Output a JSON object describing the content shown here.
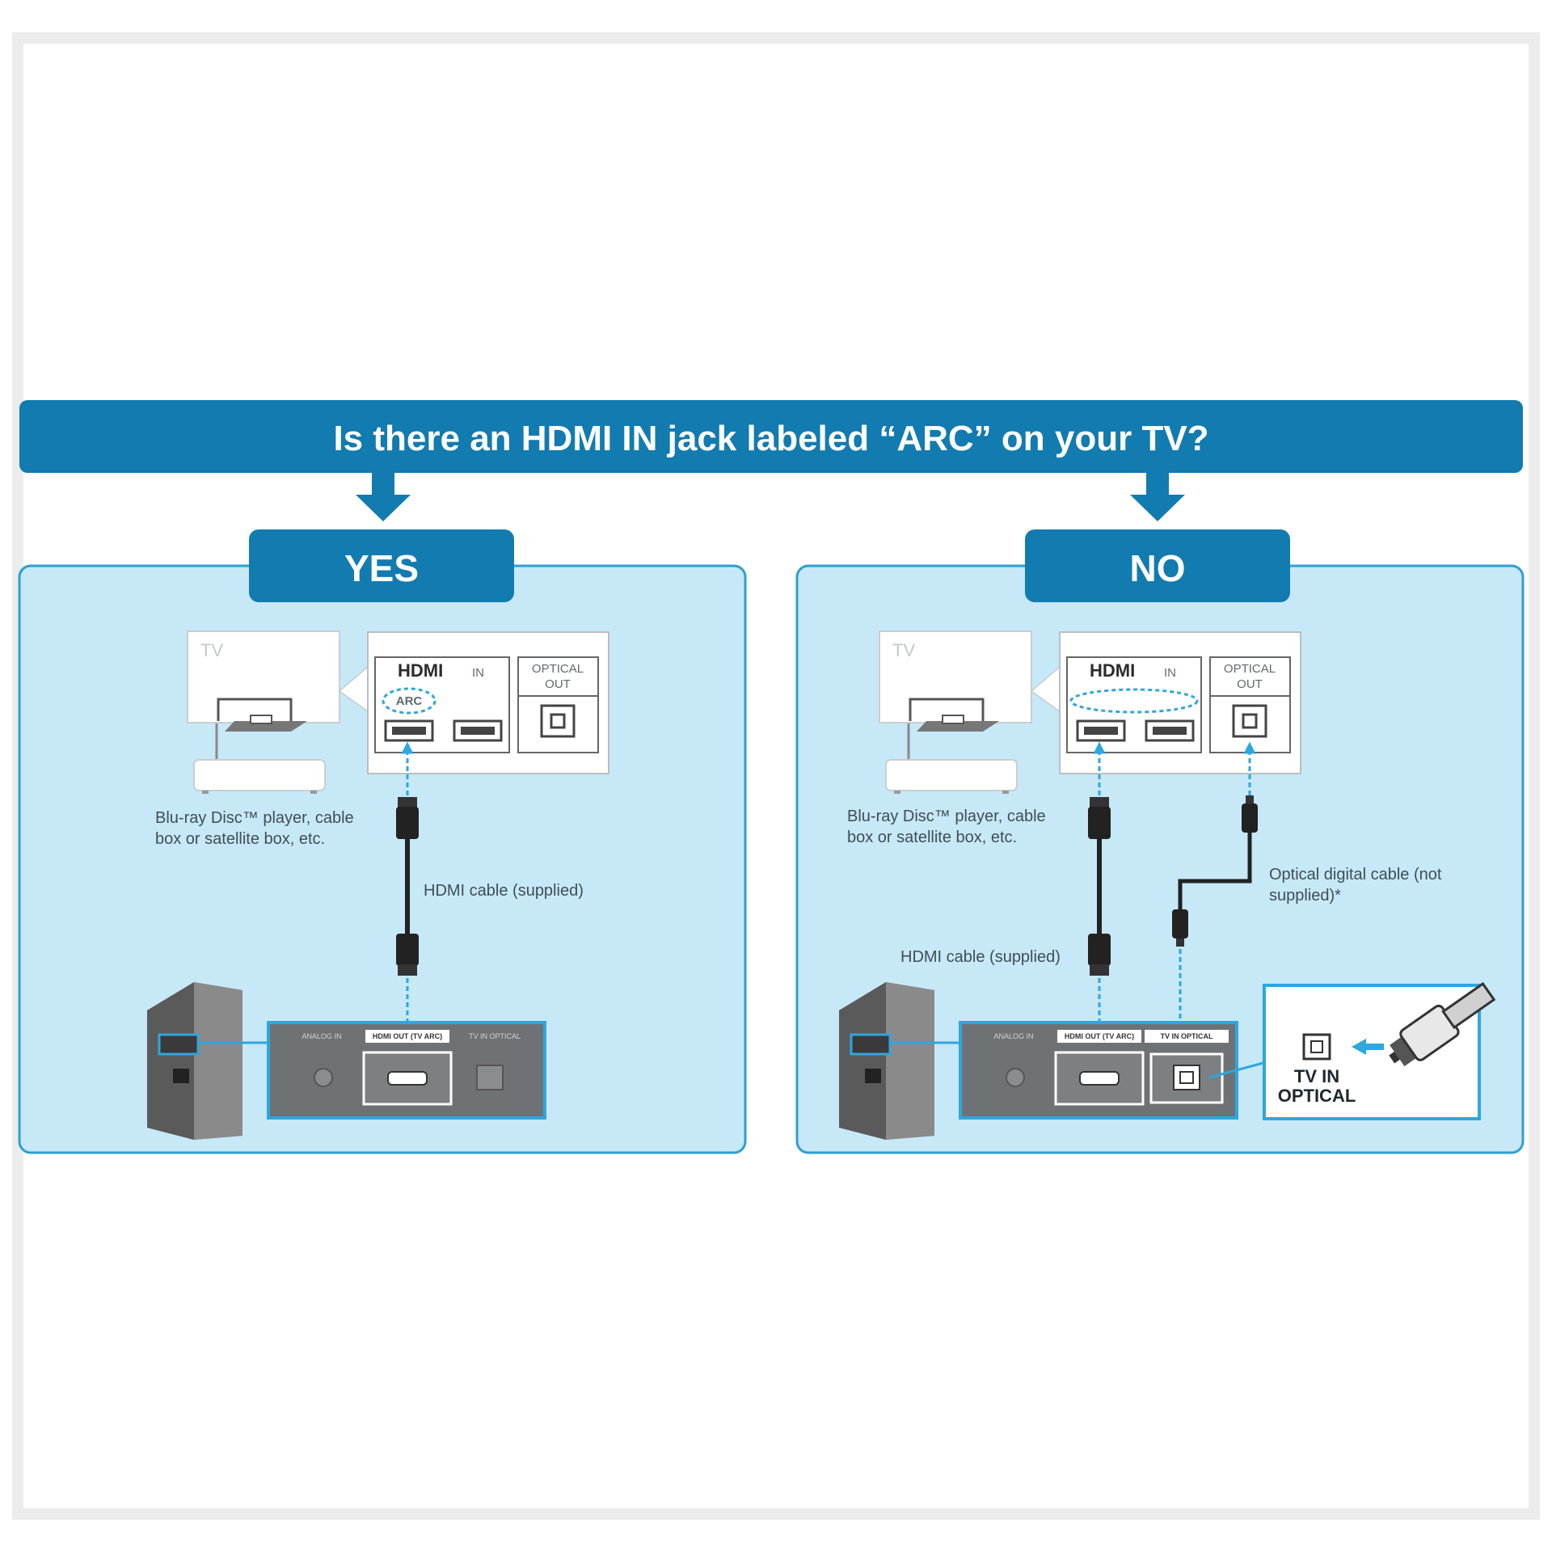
{
  "header": {
    "question": "Is there an HDMI IN jack labeled “ARC” on your TV?"
  },
  "colors": {
    "primary": "#127bb0",
    "panel_bg": "#c7e8f6",
    "panel_border": "#2e9fd0",
    "accent_line": "#2ea6de"
  },
  "yes_panel": {
    "title": "YES",
    "tv_label": "TV",
    "hdmi_logo": "HDMI",
    "hdmi_in": "IN",
    "arc_label": "ARC",
    "optical_out": [
      "OPTICAL",
      "OUT"
    ],
    "player_caption": [
      "Blu-ray Disc™ player, cable",
      "box or satellite box, etc."
    ],
    "cable_label": "HDMI cable (supplied)",
    "receiver_jacks": [
      "ANALOG IN",
      "HDMI OUT (TV ARC)",
      "TV IN OPTICAL"
    ]
  },
  "no_panel": {
    "title": "NO",
    "tv_label": "TV",
    "hdmi_logo": "HDMI",
    "hdmi_in": "IN",
    "optical_out": [
      "OPTICAL",
      "OUT"
    ],
    "player_caption": [
      "Blu-ray Disc™ player, cable",
      "box or satellite box, etc."
    ],
    "hdmi_cable_label": "HDMI cable (supplied)",
    "optical_cable_label": [
      "Optical digital cable (not",
      "supplied)*"
    ],
    "receiver_jacks": [
      "ANALOG IN",
      "HDMI OUT (TV ARC)",
      "TV IN OPTICAL"
    ],
    "inset_label": [
      "TV IN",
      "OPTICAL"
    ]
  }
}
